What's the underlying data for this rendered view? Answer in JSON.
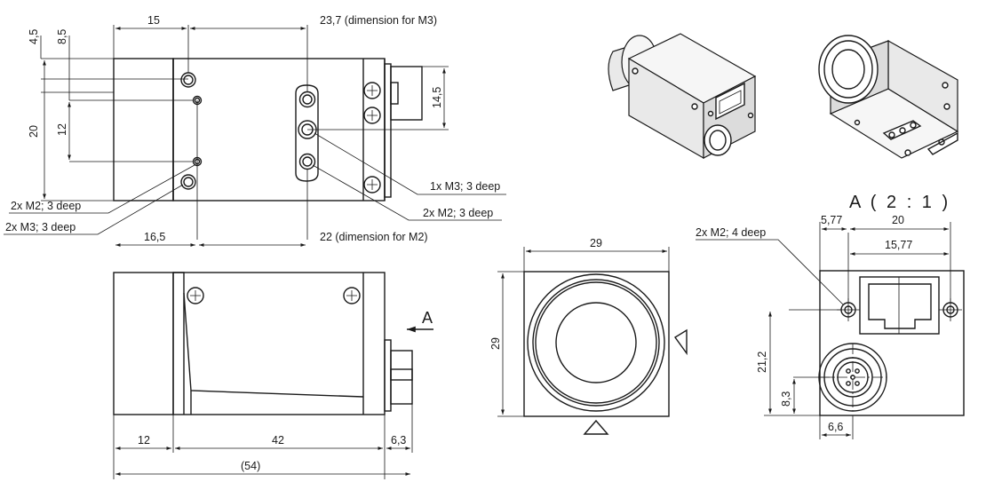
{
  "top_view": {
    "dims": {
      "d4_5": "4,5",
      "d8_5": "8,5",
      "d15": "15",
      "d23_7": "23,7 (dimension for M3)",
      "d14_5": "14,5",
      "d20": "20",
      "d12": "12",
      "d16_5": "16,5",
      "d22": "22 (dimension for M2)"
    },
    "callouts": {
      "m3_right": "1x M3; 3 deep",
      "m2_right": "2x M2; 3 deep",
      "m2_left": "2x M2; 3 deep",
      "m3_left": "2x M3; 3 deep"
    }
  },
  "side_view": {
    "dims": {
      "d12": "12",
      "d42": "42",
      "d6_3": "6,3",
      "d54": "(54)"
    },
    "view_arrow_label": "A"
  },
  "front_view": {
    "dims": {
      "width": "29",
      "height": "29"
    }
  },
  "detail_a": {
    "title": "A ( 2 : 1 )",
    "callout": "2x M2; 4 deep",
    "dims": {
      "d5_77": "5,77",
      "d20": "20",
      "d15_77": "15,77",
      "d21_2": "21,2",
      "d8_3": "8,3",
      "d6_6": "6,6"
    }
  }
}
